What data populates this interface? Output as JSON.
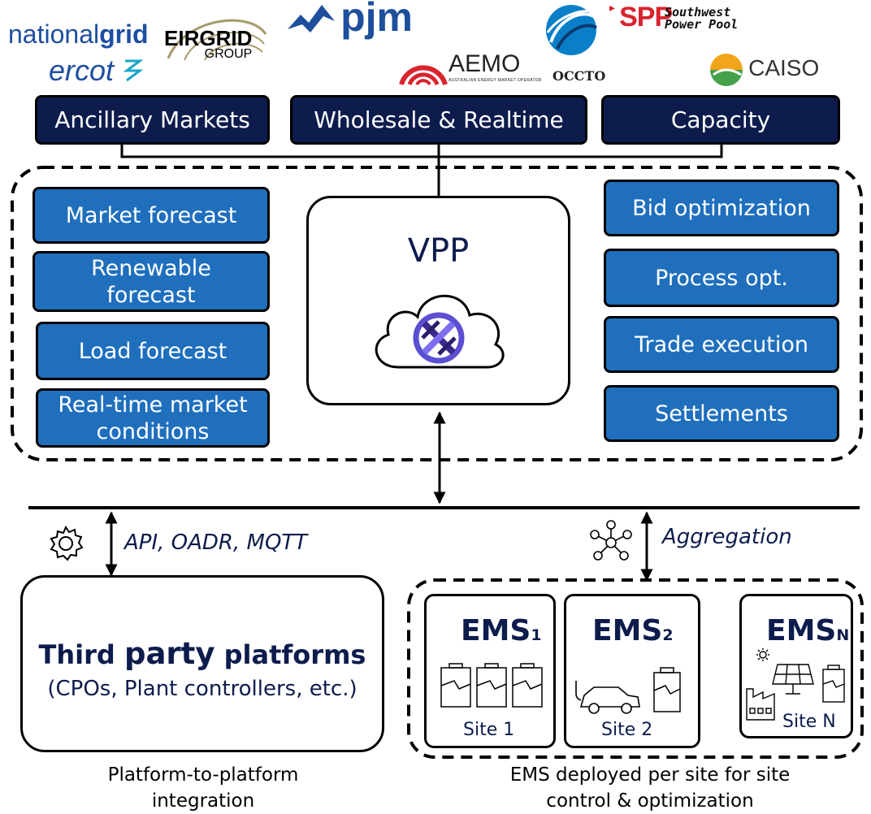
{
  "logos": {
    "nationalgrid_a": "national",
    "nationalgrid_b": "grid",
    "ercot": "ercot",
    "eirgrid_a": "EIRGRID",
    "eirgrid_b": "GROUP",
    "pjm": "pjm",
    "aemo": "AEMO",
    "aemo_sub": "AUSTRALIAN ENERGY MARKET OPERATOR",
    "occto": "OCCTO",
    "spp": "SPP",
    "spp_name_a": "Southwest",
    "spp_name_b": "Power Pool",
    "caiso": "CAISO"
  },
  "markets": [
    "Ancillary Markets",
    "Wholesale & Realtime",
    "Capacity"
  ],
  "left_boxes": [
    "Market forecast",
    "Renewable forecast",
    "Load forecast",
    "Real-time market conditions"
  ],
  "right_boxes": [
    "Bid optimization",
    "Process opt.",
    "Trade execution",
    "Settlements"
  ],
  "vpp": {
    "label": "VPP"
  },
  "links": {
    "left": "API, OADR, MQTT",
    "right": "Aggregation"
  },
  "third_party": {
    "title_a": "Third ",
    "title_b": "party",
    "title_c": " platforms",
    "subtitle": "(CPOs, Plant controllers, etc.)"
  },
  "ems": [
    {
      "label": "EMS",
      "sub": "1",
      "site": "Site 1"
    },
    {
      "label": "EMS",
      "sub": "2",
      "site": "Site 2"
    },
    {
      "label": "EMS",
      "sub": "N",
      "site": "Site N"
    }
  ],
  "captions": {
    "left": "Platform-to-platform integration",
    "right": "EMS deployed per site for site control & optimization"
  },
  "colors": {
    "navy": "#0d1c4c",
    "blue": "#1f6fbd",
    "border": "#000000"
  },
  "icons": [
    "gear-icon",
    "network-icon",
    "cloud-icon",
    "battery-icon",
    "car-icon",
    "solar-panel-icon",
    "factory-icon",
    "sun-icon"
  ]
}
